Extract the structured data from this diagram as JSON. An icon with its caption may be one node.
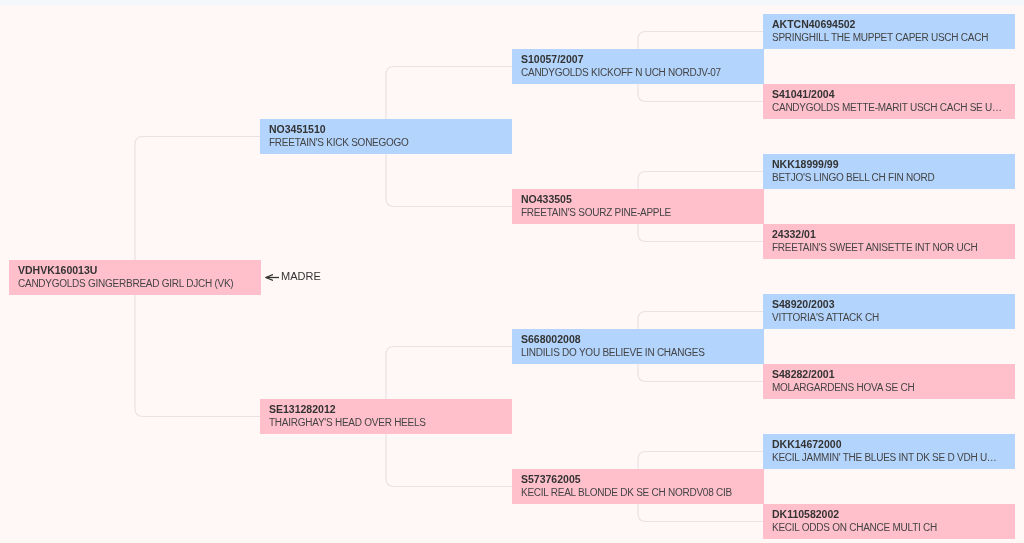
{
  "diagram": {
    "nodes": [
      {
        "text": [
          "VDHVK160013U",
          "CANDYGOLDS GINGERBREAD GIRL DJCH (VK)"
        ]
      },
      {
        "text": [
          "NO3451510",
          "FREETAIN'S KICK SONEGOGO"
        ]
      },
      {
        "text": [
          "SE131282012",
          "THAIRGHAY'S HEAD OVER HEELS"
        ]
      },
      {
        "text": [
          "S10057/2007",
          "CANDYGOLDS KICKOFF N UCH NORDJV-07"
        ]
      },
      {
        "text": [
          "NO433505",
          "FREETAIN'S SOURZ PINE-APPLE"
        ]
      },
      {
        "text": [
          "S668002008",
          "LINDILIS DO YOU BELIEVE IN CHANGES"
        ]
      },
      {
        "text": [
          "S573762005",
          "KECIL REAL BLONDE DK SE CH NORDV08 CIB"
        ]
      },
      {
        "text": [
          "AKTCN40694502",
          "SPRINGHILL THE MUPPET CAPER USCH CACH"
        ]
      },
      {
        "text": [
          "S41041/2004",
          "CANDYGOLDS METTE-MARIT USCH CACH SE U…"
        ]
      },
      {
        "text": [
          "NKK18999/99",
          "BETJO'S LINGO BELL CH FIN NORD"
        ]
      },
      {
        "text": [
          "24332/01",
          "FREETAIN'S SWEET ANISETTE INT NOR UCH"
        ]
      },
      {
        "text": [
          "S48920/2003",
          "VITTORIA'S ATTACK CH"
        ]
      },
      {
        "text": [
          "S48282/2001",
          "MOLARGARDENS HOVA SE CH"
        ]
      },
      {
        "text": [
          "DKK14672000",
          "KECIL JAMMIN' THE BLUES INT DK SE D VDH U…"
        ]
      },
      {
        "text": [
          "DK110582002",
          "KECIL ODDS ON CHANCE MULTI CH"
        ]
      },
      {
        "text": [
          "MADRE"
        ]
      }
    ],
    "edges": [
      {
        "from": 0,
        "to": 1,
        "arrow": "none"
      },
      {
        "from": 0,
        "to": 2,
        "arrow": "none"
      },
      {
        "from": 1,
        "to": 3,
        "arrow": "none"
      },
      {
        "from": 1,
        "to": 4,
        "arrow": "none"
      },
      {
        "from": 2,
        "to": 5,
        "arrow": "none"
      },
      {
        "from": 2,
        "to": 6,
        "arrow": "none"
      },
      {
        "from": 3,
        "to": 7,
        "arrow": "none"
      },
      {
        "from": 3,
        "to": 8,
        "arrow": "none"
      },
      {
        "from": 4,
        "to": 9,
        "arrow": "none"
      },
      {
        "from": 4,
        "to": 10,
        "arrow": "none"
      },
      {
        "from": 5,
        "to": 11,
        "arrow": "none"
      },
      {
        "from": 5,
        "to": 12,
        "arrow": "none"
      },
      {
        "from": 6,
        "to": 13,
        "arrow": "none"
      },
      {
        "from": 6,
        "to": 14,
        "arrow": "none"
      },
      {
        "from": 15,
        "to": 0,
        "arrow": "to",
        "color": "#333333"
      }
    ]
  }
}
